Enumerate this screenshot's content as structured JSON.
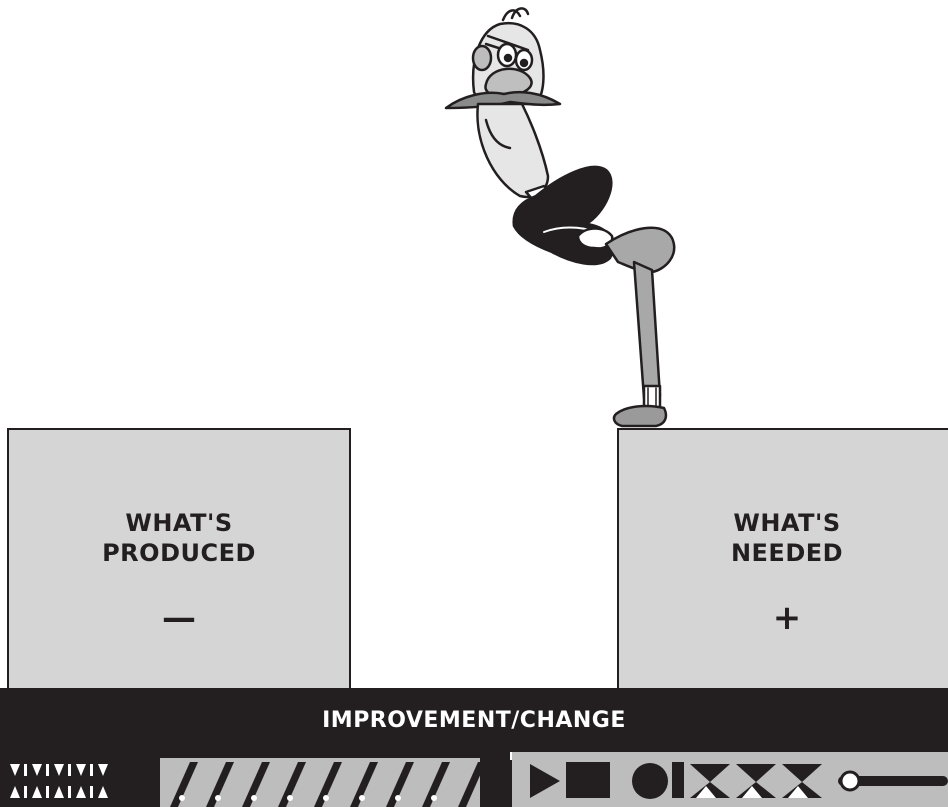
{
  "left_box": {
    "line1": "WHAT'S",
    "line2": "PRODUCED",
    "sign": "—"
  },
  "right_box": {
    "line1": "WHAT'S",
    "line2": "NEEDED",
    "sign": "+"
  },
  "bar_label": "IMPROVEMENT/CHANGE",
  "colors": {
    "box_fill": "#d5d5d5",
    "bar_fill": "#231f20",
    "bar_text": "#ffffff",
    "ink": "#231f20"
  },
  "icons": [
    "cartoon-man-bending-over-gap",
    "decorative-pattern-strip"
  ]
}
